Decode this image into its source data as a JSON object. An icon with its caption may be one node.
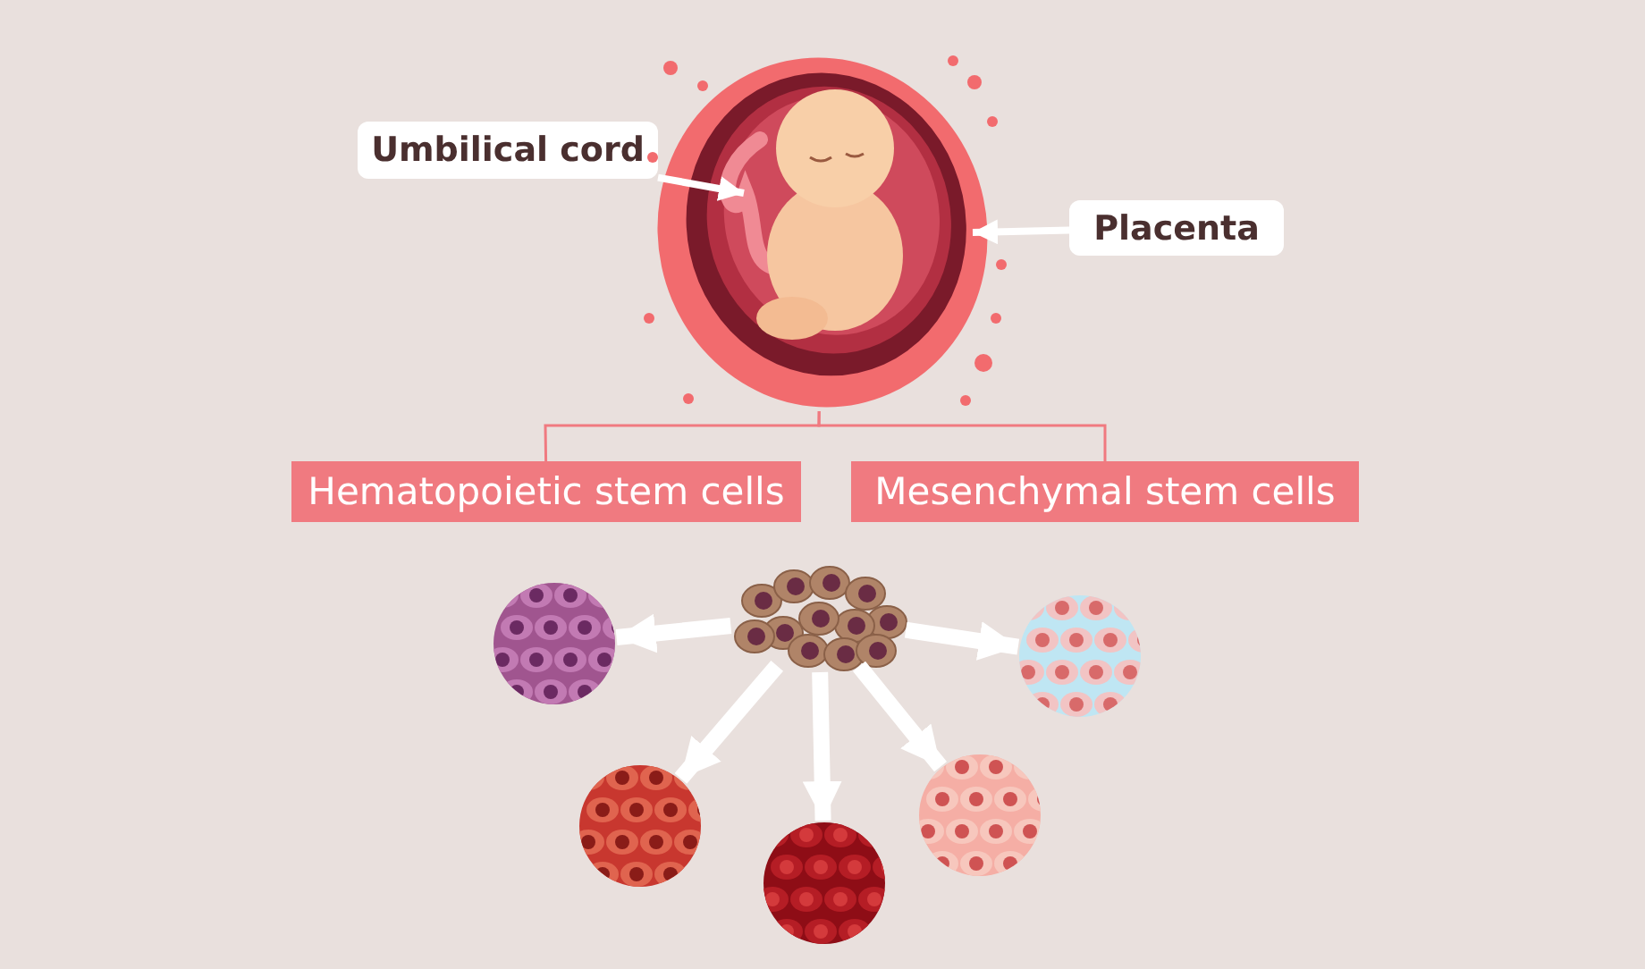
{
  "diagram": {
    "nodes": [
      {
        "text": [
          "Umbilical cord"
        ]
      },
      {
        "text": [
          "Placenta"
        ]
      },
      {
        "text": [],
        "shape": "picture"
      },
      {
        "text": [
          "Hematopoietic stem cells"
        ]
      },
      {
        "text": [
          "Mesenchymal stem cells"
        ]
      },
      {
        "text": [],
        "shape": "picture"
      },
      {
        "text": [],
        "shape": "picture"
      },
      {
        "text": [],
        "shape": "picture"
      },
      {
        "text": [],
        "shape": "picture"
      },
      {
        "text": [],
        "shape": "picture"
      },
      {
        "text": [],
        "shape": "picture"
      }
    ],
    "edges": [
      {
        "from": 0,
        "to": 2,
        "arrow": "to"
      },
      {
        "from": 1,
        "to": 2,
        "arrow": "to"
      },
      {
        "from": 2,
        "to": 3,
        "arrow": "none",
        "color": "#f07a80"
      },
      {
        "from": 2,
        "to": 4,
        "arrow": "none",
        "color": "#f07a80"
      },
      {
        "from": 5,
        "to": 6,
        "arrow": "to"
      },
      {
        "from": 5,
        "to": 7,
        "arrow": "to"
      },
      {
        "from": 5,
        "to": 8,
        "arrow": "to"
      },
      {
        "from": 5,
        "to": 9,
        "arrow": "to"
      },
      {
        "from": 5,
        "to": 10,
        "arrow": "to"
      }
    ]
  }
}
